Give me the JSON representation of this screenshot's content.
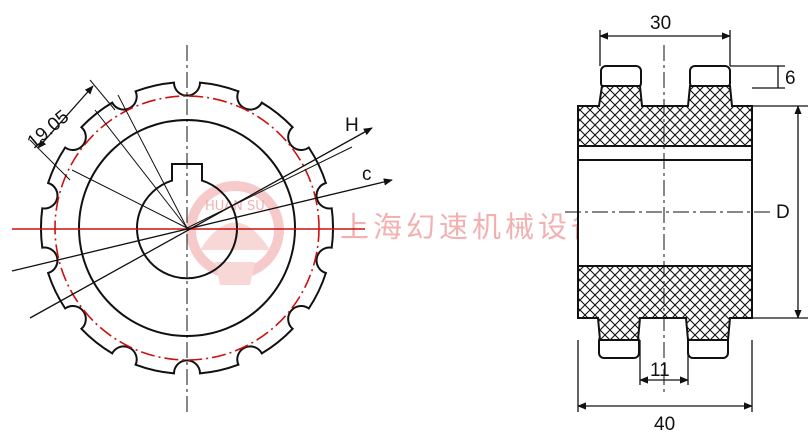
{
  "colors": {
    "line": "#111111",
    "red": "#cc1111",
    "watermark": "#f0a0a0",
    "background": "#ffffff"
  },
  "front_view": {
    "dimensions": {
      "pitch": "19.05",
      "h_label": "H",
      "c_label": "c"
    }
  },
  "side_view": {
    "dimensions": {
      "top_width": "30",
      "bottom_width": "40",
      "tooth_height": "6",
      "slot_width": "11",
      "diameter": "D"
    }
  },
  "watermark": {
    "text_cn": "上海幻速机械设备",
    "text_latin": "HUAN SU"
  }
}
